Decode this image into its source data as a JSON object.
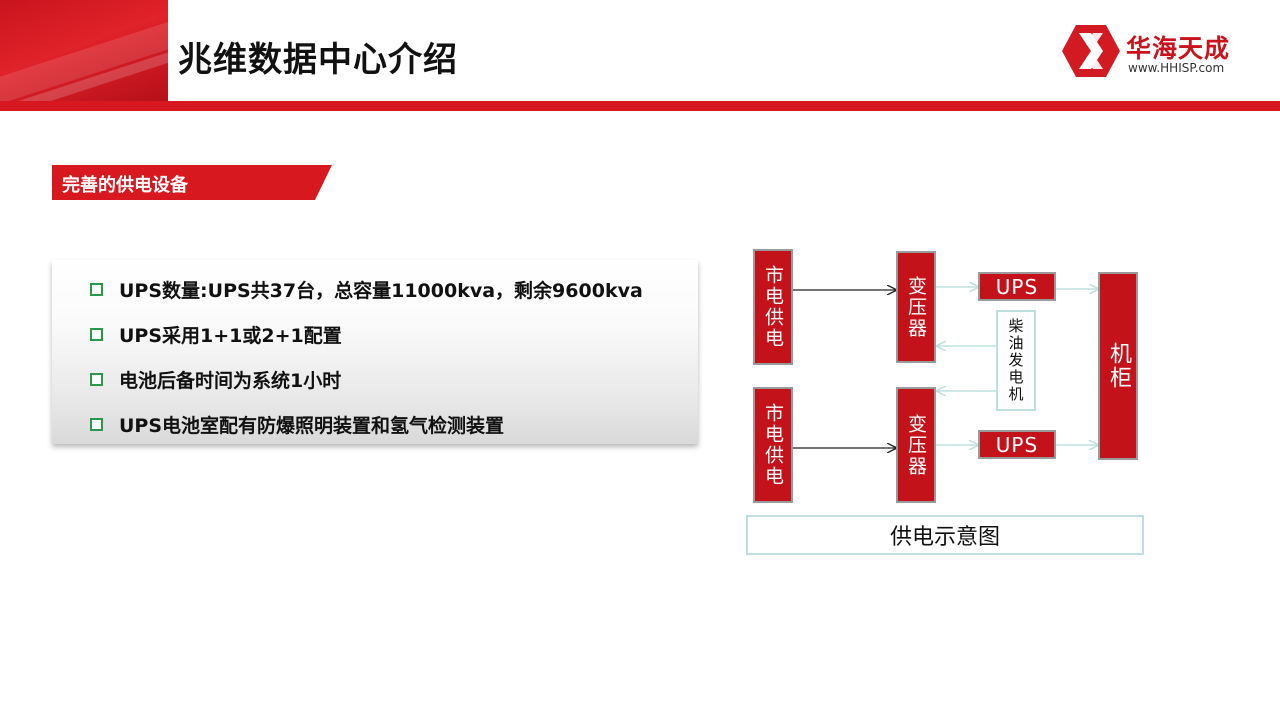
{
  "header": {
    "title": "兆维数据中心介绍",
    "logo": {
      "name": "华海天成",
      "url": "www.HHISP.com",
      "brand_color": "#c9141d"
    },
    "accent_color": "#d7181f"
  },
  "section": {
    "label": "完善的供电设备"
  },
  "bullets": [
    "UPS数量:UPS共37台，总容量11000kva，剩余9600kva",
    "UPS采用1+1或2+1配置",
    "电池后备时间为系统1小时",
    "UPS电池室配有防爆照明装置和氢气检测装置"
  ],
  "diagram": {
    "city_power_label": "市电供电",
    "transformer_label": "变压器",
    "ups_label": "UPS",
    "generator_label": "柴油发电机",
    "cabinet_label": "机柜",
    "caption": "供电示意图",
    "box_color": "#c4121b",
    "arrow_color_light": "#bfe0e0"
  }
}
